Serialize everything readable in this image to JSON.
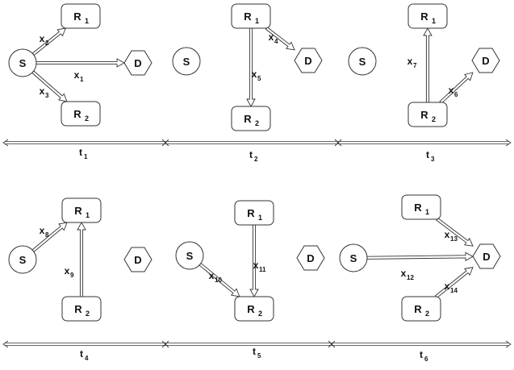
{
  "colors": {
    "stroke": "#333333",
    "fill": "#ffffff",
    "text": "#111111"
  },
  "slots": [
    {
      "id": "t1",
      "label": {
        "base": "t",
        "sub": "1"
      },
      "nodes": [
        {
          "type": "source",
          "name": "S",
          "sub": ""
        },
        {
          "type": "relay",
          "name": "R",
          "sub": "1"
        },
        {
          "type": "relay",
          "name": "R",
          "sub": "2"
        },
        {
          "type": "dest",
          "name": "D",
          "sub": ""
        }
      ],
      "edges": [
        {
          "from": "S",
          "to": "R1",
          "label": {
            "base": "x",
            "sub": "2"
          }
        },
        {
          "from": "S",
          "to": "D",
          "label": {
            "base": "x",
            "sub": "1"
          }
        },
        {
          "from": "S",
          "to": "R2",
          "label": {
            "base": "x",
            "sub": "3"
          }
        }
      ]
    },
    {
      "id": "t2",
      "label": {
        "base": "t",
        "sub": "2"
      },
      "nodes": [
        {
          "type": "source",
          "name": "S",
          "sub": ""
        },
        {
          "type": "relay",
          "name": "R",
          "sub": "1"
        },
        {
          "type": "relay",
          "name": "R",
          "sub": "2"
        },
        {
          "type": "dest",
          "name": "D",
          "sub": ""
        }
      ],
      "edges": [
        {
          "from": "R1",
          "to": "D",
          "label": {
            "base": "x",
            "sub": "4"
          }
        },
        {
          "from": "R1",
          "to": "R2",
          "label": {
            "base": "x",
            "sub": "5"
          }
        }
      ]
    },
    {
      "id": "t3",
      "label": {
        "base": "t",
        "sub": "3"
      },
      "nodes": [
        {
          "type": "source",
          "name": "S",
          "sub": ""
        },
        {
          "type": "relay",
          "name": "R",
          "sub": "1"
        },
        {
          "type": "relay",
          "name": "R",
          "sub": "2"
        },
        {
          "type": "dest",
          "name": "D",
          "sub": ""
        }
      ],
      "edges": [
        {
          "from": "R2",
          "to": "R1",
          "label": {
            "base": "x",
            "sub": "7"
          }
        },
        {
          "from": "R2",
          "to": "D",
          "label": {
            "base": "x",
            "sub": "6"
          }
        }
      ]
    },
    {
      "id": "t4",
      "label": {
        "base": "t",
        "sub": "4"
      },
      "nodes": [
        {
          "type": "source",
          "name": "S",
          "sub": ""
        },
        {
          "type": "relay",
          "name": "R",
          "sub": "1"
        },
        {
          "type": "relay",
          "name": "R",
          "sub": "2"
        },
        {
          "type": "dest",
          "name": "D",
          "sub": ""
        }
      ],
      "edges": [
        {
          "from": "S",
          "to": "R1",
          "label": {
            "base": "x",
            "sub": "8"
          }
        },
        {
          "from": "R2",
          "to": "R1",
          "label": {
            "base": "x",
            "sub": "9"
          }
        }
      ]
    },
    {
      "id": "t5",
      "label": {
        "base": "t",
        "sub": "5"
      },
      "nodes": [
        {
          "type": "source",
          "name": "S",
          "sub": ""
        },
        {
          "type": "relay",
          "name": "R",
          "sub": "1"
        },
        {
          "type": "relay",
          "name": "R",
          "sub": "2"
        },
        {
          "type": "dest",
          "name": "D",
          "sub": ""
        }
      ],
      "edges": [
        {
          "from": "S",
          "to": "R2",
          "label": {
            "base": "x",
            "sub": "10"
          }
        },
        {
          "from": "R1",
          "to": "R2",
          "label": {
            "base": "x",
            "sub": "11"
          }
        }
      ]
    },
    {
      "id": "t6",
      "label": {
        "base": "t",
        "sub": "6"
      },
      "nodes": [
        {
          "type": "source",
          "name": "S",
          "sub": ""
        },
        {
          "type": "relay",
          "name": "R",
          "sub": "1"
        },
        {
          "type": "relay",
          "name": "R",
          "sub": "2"
        },
        {
          "type": "dest",
          "name": "D",
          "sub": ""
        }
      ],
      "edges": [
        {
          "from": "R1",
          "to": "D",
          "label": {
            "base": "x",
            "sub": "13"
          }
        },
        {
          "from": "S",
          "to": "D",
          "label": {
            "base": "x",
            "sub": "12"
          }
        },
        {
          "from": "R2",
          "to": "D",
          "label": {
            "base": "x",
            "sub": "14"
          }
        }
      ]
    }
  ]
}
